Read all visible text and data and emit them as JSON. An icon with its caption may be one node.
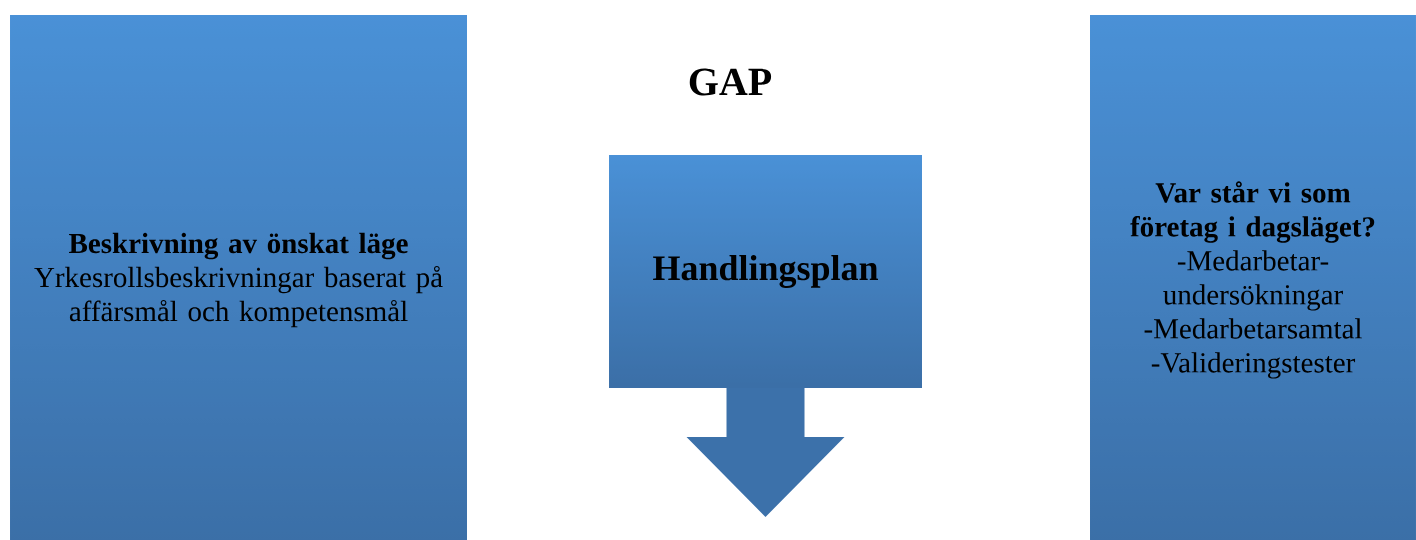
{
  "diagram": {
    "title": "GAP",
    "nodes": [
      {
        "text": [
          "Beskrivning av önskat läge",
          "Yrkesrollsbeskrivningar baserat på affärsmål och kompetensmål"
        ]
      },
      {
        "text": [
          "Handlingsplan"
        ]
      },
      {
        "text": [
          "Var står vi som företag i dagsläget?",
          "-Medarbetar- undersökningar",
          "-Medarbetarsamtal",
          "-Valideringstester"
        ]
      }
    ]
  }
}
